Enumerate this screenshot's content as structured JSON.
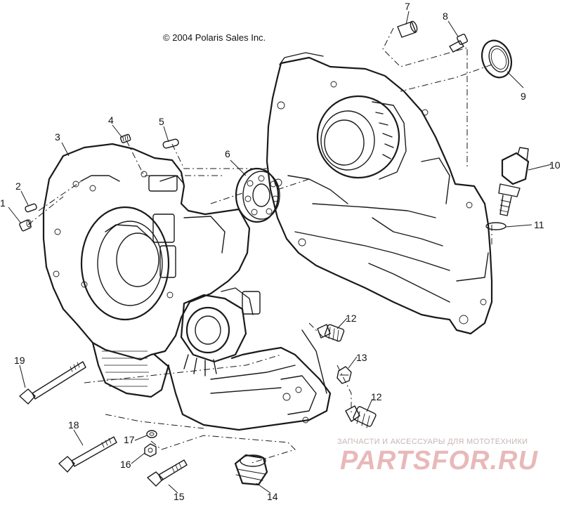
{
  "copyright": "© 2004 Polaris Sales Inc.",
  "watermark": {
    "line1": "ЗАПЧАСТИ И АКСЕССУАРЫ ДЛЯ МОТОТЕХНИКИ",
    "line2": "PARTSFOR.RU"
  },
  "callouts": {
    "c1": "1",
    "c2": "2",
    "c3": "3",
    "c4": "4",
    "c5": "5",
    "c6": "6",
    "c7": "7",
    "c8": "8",
    "c9": "9",
    "c10": "10",
    "c11": "11",
    "c12a": "12",
    "c12b": "12",
    "c13": "13",
    "c14": "14",
    "c15": "15",
    "c16": "16",
    "c17": "17",
    "c18": "18",
    "c19": "19"
  }
}
